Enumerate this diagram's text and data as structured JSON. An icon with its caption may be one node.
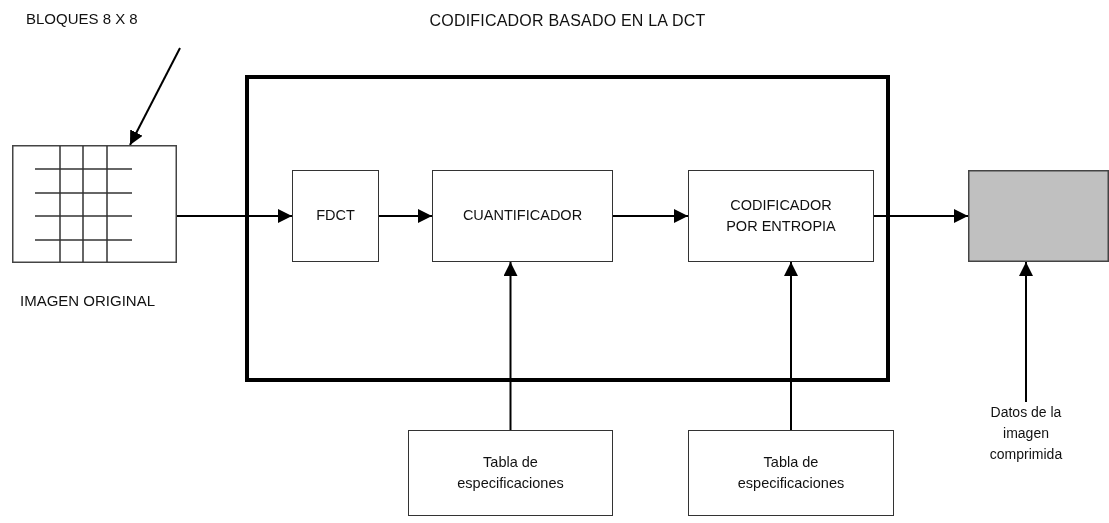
{
  "diagram": {
    "nodes": [
      {
        "text": [
          "CODIFICADOR BASADO EN LA DCT"
        ]
      },
      {
        "text": [
          "FDCT"
        ],
        "in": 0
      },
      {
        "text": [
          "CUANTIFICADOR"
        ],
        "in": 0
      },
      {
        "text": [
          "CODIFICADOR POR ENTROPIA"
        ],
        "in": 0
      },
      {
        "text": [],
        "shape": "box",
        "beside": [
          "IMAGEN ORIGINAL"
        ]
      },
      {
        "text": [],
        "shape": "box"
      },
      {
        "text": [
          "BLOQUES 8 X 8"
        ]
      },
      {
        "text": [
          "Datos de la imagen comprimida"
        ]
      },
      {
        "text": [
          "Tabla de especificaciones"
        ]
      },
      {
        "text": [
          "Tabla de especificaciones"
        ]
      }
    ],
    "edges": [
      {
        "from": 4,
        "to": 1,
        "arrow": "to"
      },
      {
        "from": 1,
        "to": 2,
        "arrow": "to"
      },
      {
        "from": 2,
        "to": 3,
        "arrow": "to"
      },
      {
        "from": 3,
        "to": 5,
        "arrow": "to"
      },
      {
        "from": 8,
        "to": 2,
        "arrow": "to"
      },
      {
        "from": 9,
        "to": 3,
        "arrow": "to"
      },
      {
        "from": 6,
        "to": 4,
        "arrow": "to"
      },
      {
        "from": 7,
        "to": 5,
        "arrow": "to"
      }
    ]
  }
}
